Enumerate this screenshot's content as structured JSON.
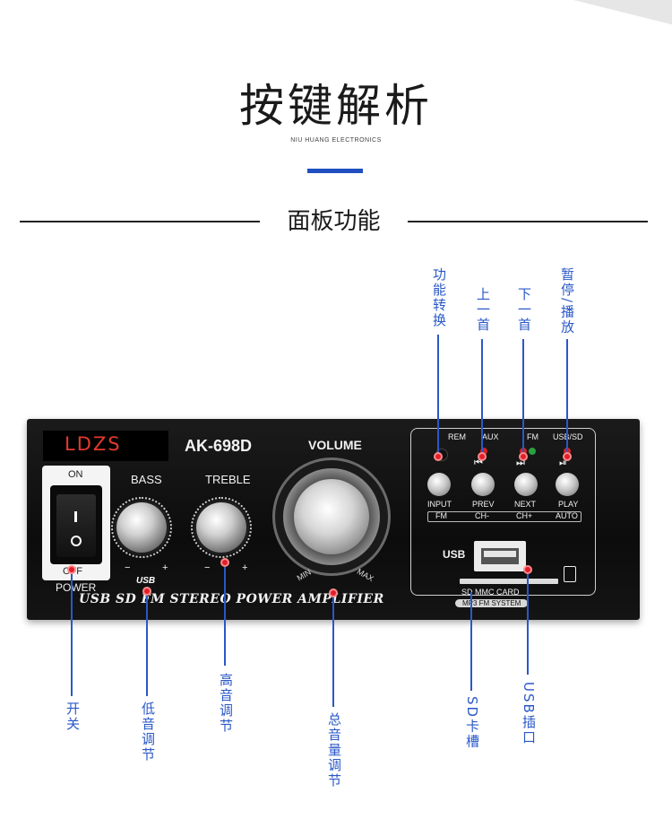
{
  "header": {
    "title": "按键解析",
    "subtitle": "NIU HUANG ELECTRONICS",
    "section_title": "面板功能"
  },
  "panel": {
    "brand": "LDZS",
    "model": "AK-698D",
    "volume_label": "VOLUME",
    "bass_label": "BASS",
    "treble_label": "TREBLE",
    "switch_on": "ON",
    "switch_off": "OFF",
    "power_label": "POWER",
    "minus": "−",
    "plus": "+",
    "vol_min": "MIN",
    "vol_max": "MAX",
    "strip_text": "USB SD FM STEREO POWER AMPLIFIER",
    "usb_logo": "USB",
    "top_labels": [
      "REM",
      "AUX",
      "FM",
      "USB/SD"
    ],
    "button_labels": [
      "INPUT",
      "PREV",
      "NEXT",
      "PLAY"
    ],
    "channel_labels": [
      "FM",
      "CH-",
      "CH+",
      "AUTO"
    ],
    "usb_label": "USB",
    "sd_label": "SD MMC CARD",
    "system_label": "MP3 FM SYSTEM",
    "led_colors": [
      "#2a2a2a",
      "#d82020",
      "#2aa040",
      "#d82020"
    ]
  },
  "callouts": {
    "top": [
      "功能转换",
      "上一首",
      "下一首",
      "暂停/播放"
    ],
    "bottom": [
      "开关",
      "低音调节",
      "高音调节",
      "总音量调节",
      "SD卡槽",
      "USB插口"
    ],
    "accent_color": "#2a58c8",
    "dot_color": "#e0202b"
  }
}
